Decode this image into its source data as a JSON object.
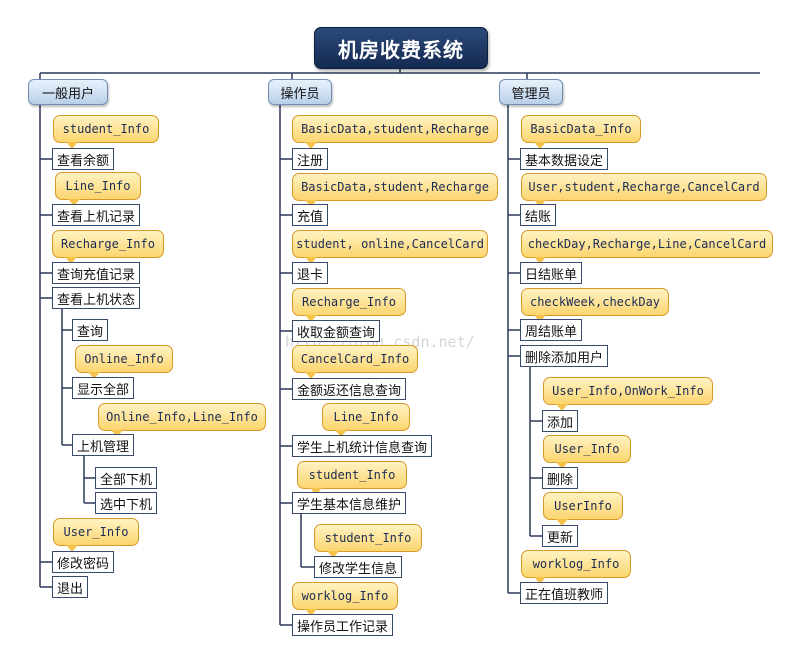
{
  "title": "机房收费系统",
  "watermark": "http://blog.csdn.net/",
  "roles": {
    "general_user": "一般用户",
    "operator": "操作员",
    "admin": "管理员"
  },
  "general": {
    "tag_balance": "student_Info",
    "balance": "查看余额",
    "tag_records": "Line_Info",
    "records": "查看上机记录",
    "tag_recharge": "Recharge_Info",
    "recharge_records": "查询充值记录",
    "status": "查看上机状态",
    "query": "查询",
    "tag_show_all": "Online_Info",
    "show_all": "显示全部",
    "tag_manage": "Online_Info,Line_Info",
    "manage": "上机管理",
    "all_off": "全部下机",
    "selected_off": "选中下机",
    "tag_password": "User_Info",
    "password": "修改密码",
    "exit": "退出"
  },
  "operator": {
    "tag_register": "BasicData,student,Recharge",
    "register": "注册",
    "tag_charge": "BasicData,student,Recharge",
    "charge": "充值",
    "tag_refund": "student, online,CancelCard",
    "refund": "退卡",
    "tag_collect": "Recharge_Info",
    "collect": "收取金额查询",
    "tag_return": "CancelCard_Info",
    "return_query": "金额返还信息查询",
    "tag_stats": "Line_Info",
    "stats": "学生上机统计信息查询",
    "tag_maintain": "student_Info",
    "maintain": "学生基本信息维护",
    "tag_modify": "student_Info",
    "modify": "修改学生信息",
    "tag_worklog": "worklog_Info",
    "worklog": "操作员工作记录"
  },
  "admin": {
    "tag_basic": "BasicData_Info",
    "basic": "基本数据设定",
    "tag_settle": "User,student,Recharge,CancelCard",
    "settle": "结账",
    "tag_daily": "checkDay,Recharge,Line,CancelCard",
    "daily": "日结账单",
    "tag_weekly": "checkWeek,checkDay",
    "weekly": "周结账单",
    "users": "删除添加用户",
    "tag_add": "User_Info,OnWork_Info",
    "add": "添加",
    "tag_delete": "User_Info",
    "delete": "删除",
    "tag_update": "UserInfo",
    "update": "更新",
    "tag_teacher": "worklog_Info",
    "teacher": "正在值班教师"
  }
}
